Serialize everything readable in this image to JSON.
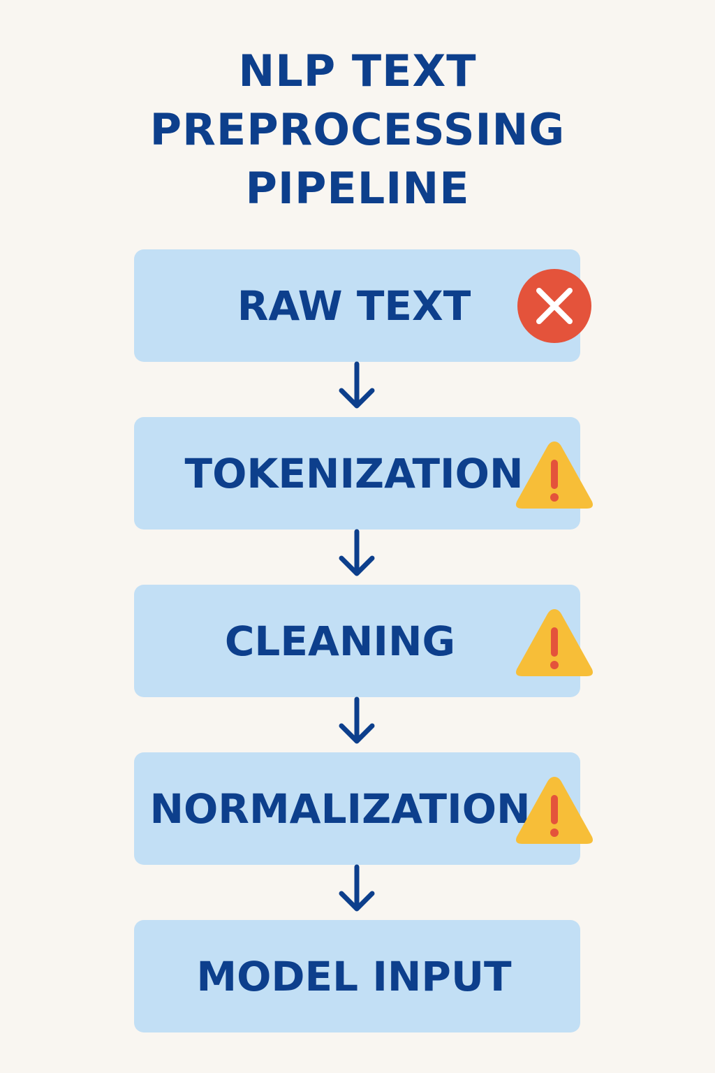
{
  "title": {
    "line1": "NLP TEXT",
    "line2": "PREPROCESSING",
    "line3": "PIPELINE"
  },
  "colors": {
    "background": "#f9f6f1",
    "box_fill": "#c2dff5",
    "text_primary": "#0d3f8c",
    "error": "#e4533b",
    "warning": "#f7be38",
    "warning_mark": "#e4533b"
  },
  "steps": [
    {
      "label": "RAW TEXT",
      "status_icon": "error-x-icon"
    },
    {
      "label": "TOKENIZATION",
      "status_icon": "warning-triangle-icon"
    },
    {
      "label": "CLEANING",
      "status_icon": "warning-triangle-icon"
    },
    {
      "label": "NORMALIZATION",
      "status_icon": "warning-triangle-icon"
    },
    {
      "label": "MODEL INPUT",
      "status_icon": ""
    }
  ],
  "connector_icon": "arrow-down-icon"
}
